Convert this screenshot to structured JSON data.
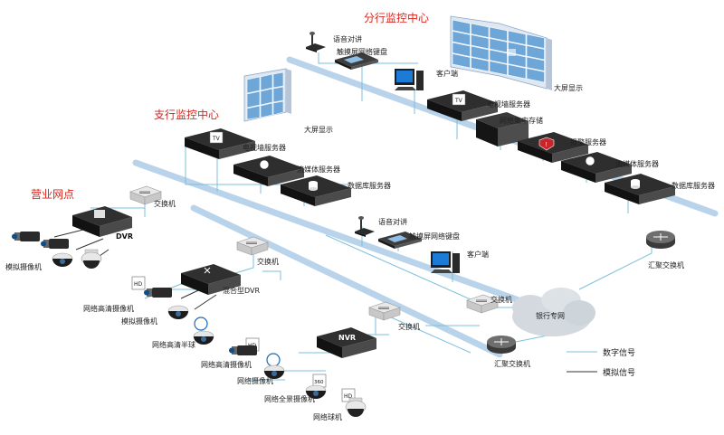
{
  "sections": {
    "branch": "分行监控中心",
    "subbranch": "支行监控中心",
    "outlet": "营业网点"
  },
  "branch": {
    "voice_intercom": "语音对讲",
    "touch_keyboard": "触摸屏网络键盘",
    "client": "客户端",
    "big_screen": "大屏显示",
    "tv_wall_server": "电视墙服务器",
    "central_storage": "网络集中存储",
    "alarm_server": "报警服务器",
    "media_server": "流媒体服务器",
    "database_server": "数据库服务器"
  },
  "subbranch": {
    "big_screen": "大屏显示",
    "tv_wall_server": "电视墙服务器",
    "media_server": "流媒体服务器",
    "database_server": "数据库服务器",
    "voice_intercom": "语音对讲",
    "touch_keyboard": "触摸屏网络键盘",
    "client": "客户端"
  },
  "outlet": {
    "switch_top": "交换机",
    "dvr": "DVR",
    "analog_camera": "模拟摄像机",
    "switch_hybrid": "交换机",
    "hybrid_dvr": "混合型DVR",
    "hd_ip_camera": "网络高清摄像机",
    "analog_camera_2": "模拟摄像机",
    "hd_ip_dome": "网络高清半球",
    "switch_nvr": "交换机",
    "nvr": "NVR",
    "hd_ip_camera_2": "网络高清摄像机",
    "ip_camera": "网络摄像机",
    "panoramic_camera": "网络全景摄像机",
    "ip_dome": "网络球机"
  },
  "core": {
    "switch_mid": "交换机",
    "bank_network": "银行专网",
    "aggregation_switch_left": "汇聚交换机",
    "aggregation_switch_right": "汇聚交换机"
  },
  "legend": {
    "digital": "数字信号",
    "analog": "模拟信号"
  },
  "icons": {
    "tv_badge": "TV",
    "hd_badge": "HD",
    "pano_badge": "360"
  },
  "colors": {
    "section_title": "#d9241c",
    "digital_wire": "#7cc0dc",
    "analog_wire": "#333333",
    "band": "#b8d3ea"
  }
}
